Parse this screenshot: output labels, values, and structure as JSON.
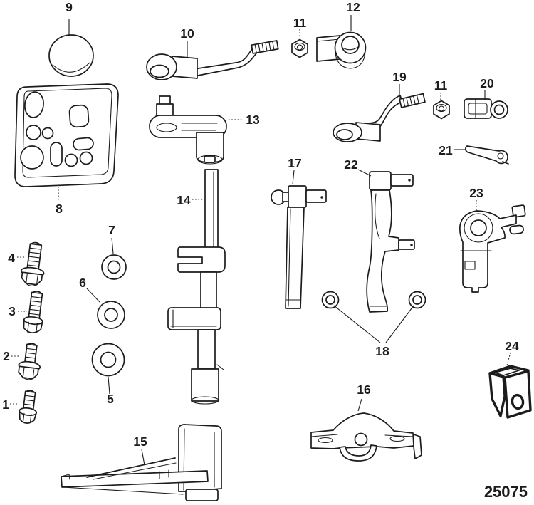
{
  "diagram": {
    "drawing_number": "25075",
    "colors": {
      "background": "#ffffff",
      "line": "#1c1c1c"
    }
  },
  "callouts": {
    "c1": "1",
    "c2": "2",
    "c3": "3",
    "c4": "4",
    "c5": "5",
    "c6": "6",
    "c7": "7",
    "c8": "8",
    "c9": "9",
    "c10": "10",
    "c11a": "11",
    "c11b": "11",
    "c12": "12",
    "c13": "13",
    "c14": "14",
    "c15": "15",
    "c16": "16",
    "c17": "17",
    "c18": "18",
    "c19": "19",
    "c20": "20",
    "c21": "21",
    "c22": "22",
    "c23": "23",
    "c24": "24"
  }
}
